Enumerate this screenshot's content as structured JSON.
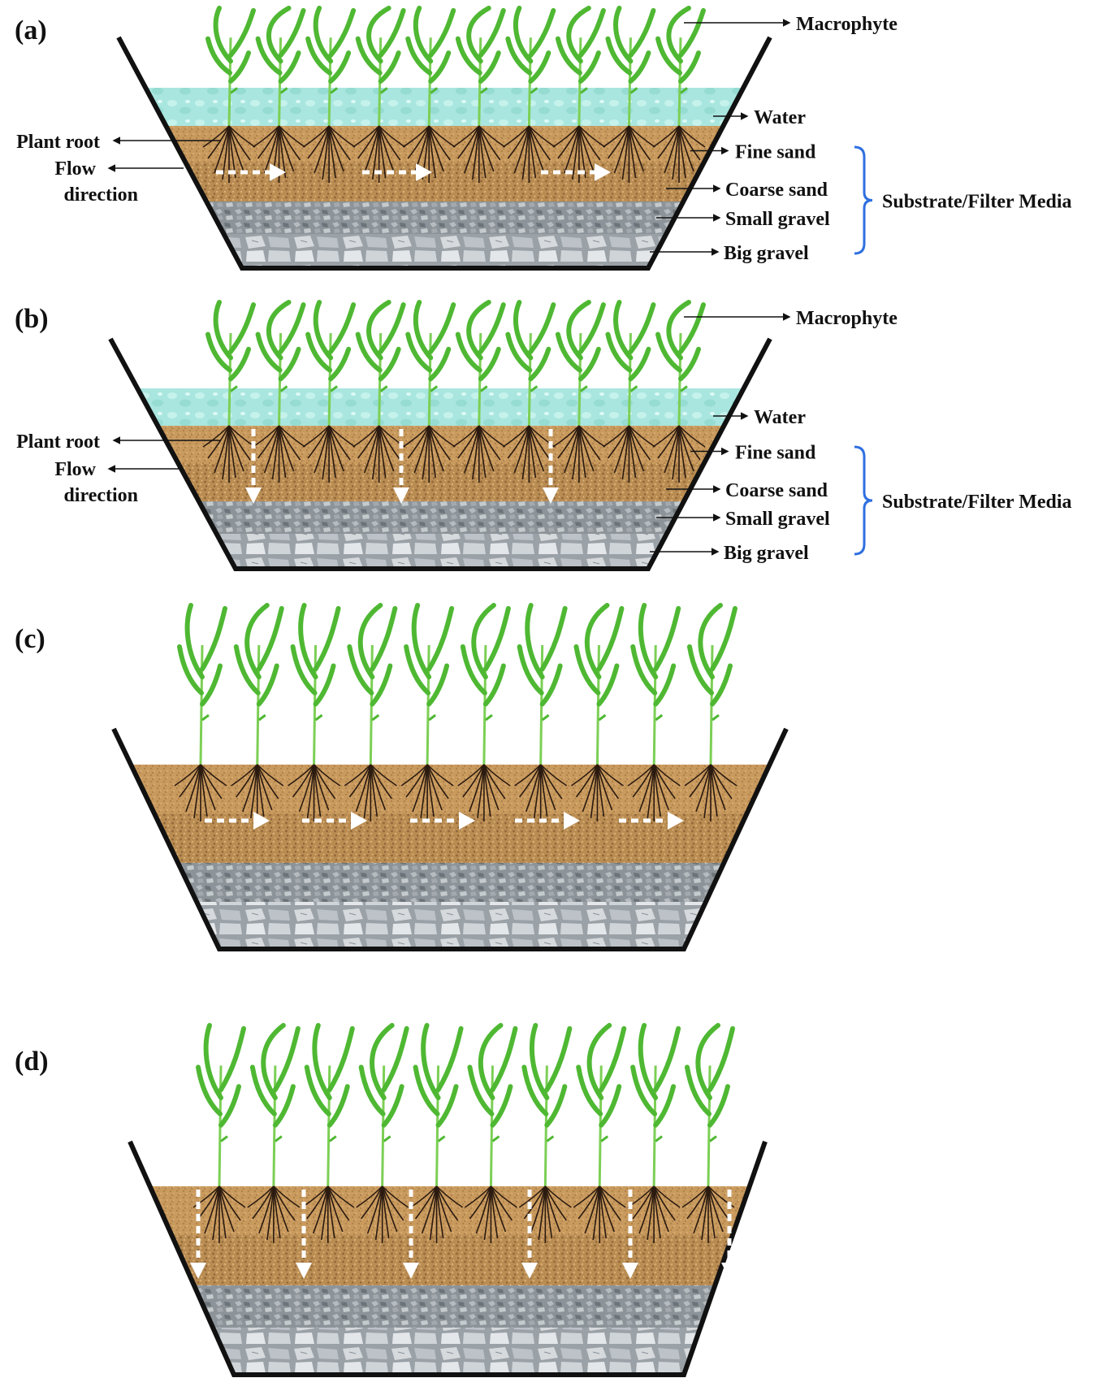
{
  "colors": {
    "water": "#a9e6df",
    "fine_sand": "#c99a5e",
    "coarse_sand": "#b98c52",
    "small_gravel": "#8d9499",
    "big_gravel": "#c9ced3",
    "plant_leaf": "#4fb833",
    "plant_stem": "#7ccf55",
    "root": "#2a1a10",
    "flow_arrow": "#ffffff",
    "wall": "#111111",
    "bracket": "#2f6fe0"
  },
  "panels": [
    {
      "id": "a",
      "label": "(a)",
      "flow": "horizontal",
      "has_water": true,
      "labels": {
        "macrophyte": "Macrophyte",
        "water": "Water",
        "plant_root": "Plant root",
        "flow_direction_1": "Flow",
        "flow_direction_2": "direction",
        "fine_sand": "Fine sand",
        "coarse_sand": "Coarse sand",
        "small_gravel": "Small gravel",
        "big_gravel": "Big gravel",
        "substrate": "Substrate/Filter Media"
      }
    },
    {
      "id": "b",
      "label": "(b)",
      "flow": "vertical",
      "has_water": true,
      "labels": {
        "macrophyte": "Macrophyte",
        "water": "Water",
        "plant_root": "Plant root",
        "flow_direction_1": "Flow",
        "flow_direction_2": "direction",
        "fine_sand": "Fine sand",
        "coarse_sand": "Coarse sand",
        "small_gravel": "Small gravel",
        "big_gravel": "Big gravel",
        "substrate": "Substrate/Filter Media"
      }
    },
    {
      "id": "c",
      "label": "(c)",
      "flow": "horizontal",
      "has_water": false
    },
    {
      "id": "d",
      "label": "(d)",
      "flow": "vertical",
      "has_water": false
    }
  ]
}
